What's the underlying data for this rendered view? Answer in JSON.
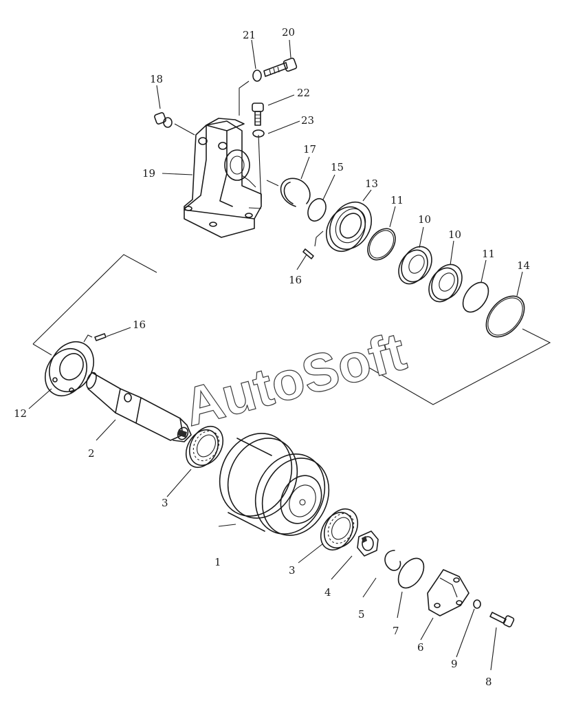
{
  "watermark": "AutoSoft",
  "callouts": {
    "c1": "1",
    "c2": "2",
    "c3a": "3",
    "c3b": "3",
    "c4": "4",
    "c5": "5",
    "c6": "6",
    "c7": "7",
    "c8": "8",
    "c9": "9",
    "c10a": "10",
    "c10b": "10",
    "c11a": "11",
    "c11b": "11",
    "c12": "12",
    "c13": "13",
    "c14": "14",
    "c15": "15",
    "c16a": "16",
    "c16b": "16",
    "c17": "17",
    "c18": "18",
    "c19": "19",
    "c20": "20",
    "c21": "21",
    "c22": "22",
    "c23": "23"
  }
}
